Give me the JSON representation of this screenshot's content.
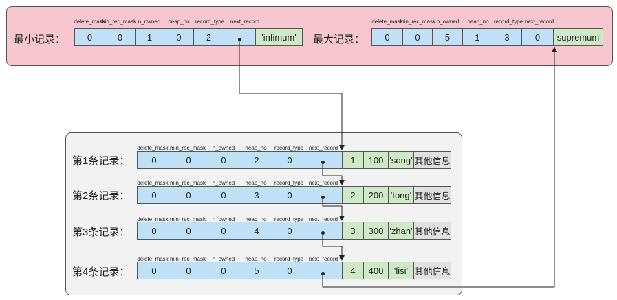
{
  "header_labels": [
    "delete_mask",
    "min_rec_mask",
    "n_owned",
    "heap_no",
    "record_type",
    "next_record"
  ],
  "infimum": {
    "label": "最小记录：",
    "values": [
      "0",
      "0",
      "1",
      "0",
      "2"
    ],
    "name": "'infimum'"
  },
  "supremum": {
    "label": "最大记录：",
    "values": [
      "0",
      "0",
      "5",
      "1",
      "3",
      "0"
    ],
    "name": "'supremum'"
  },
  "records": [
    {
      "label": "第1条记录：",
      "values": [
        "0",
        "0",
        "0",
        "2",
        "0"
      ],
      "id": "1",
      "num": "100",
      "name": "'song'",
      "other": "其他信息"
    },
    {
      "label": "第2条记录：",
      "values": [
        "0",
        "0",
        "0",
        "3",
        "0"
      ],
      "id": "2",
      "num": "200",
      "name": "'tong'",
      "other": "其他信息"
    },
    {
      "label": "第3条记录：",
      "values": [
        "0",
        "0",
        "0",
        "4",
        "0"
      ],
      "id": "3",
      "num": "300",
      "name": "'zhan'",
      "other": "其他信息"
    },
    {
      "label": "第4条记录：",
      "values": [
        "0",
        "0",
        "0",
        "5",
        "0"
      ],
      "id": "4",
      "num": "400",
      "name": "'lisi'",
      "other": "其他信息"
    }
  ]
}
